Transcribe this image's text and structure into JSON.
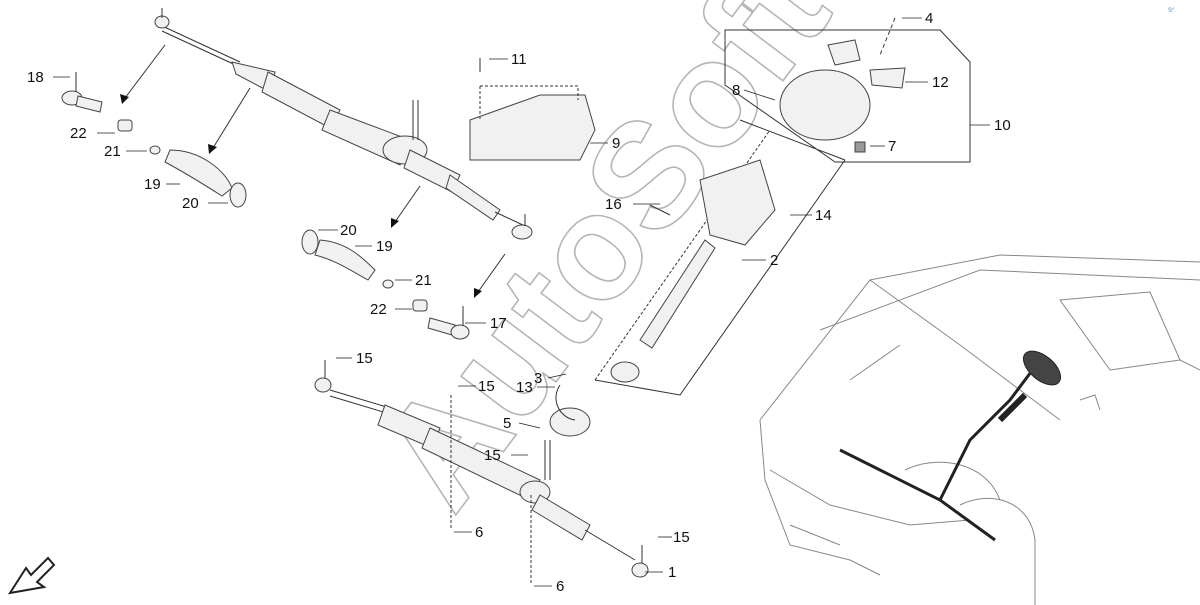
{
  "diagram": {
    "watermark": "AutoSoft",
    "part_numbers": {
      "p1": "1",
      "p2": "2",
      "p3": "3",
      "p4": "4",
      "p5": "5",
      "p6a": "6",
      "p6b": "6",
      "p7": "7",
      "p8": "8",
      "p9": "9",
      "p10": "10",
      "p11": "11",
      "p12": "12",
      "p13": "13",
      "p14": "14",
      "p15a": "15",
      "p15b": "15",
      "p15c": "15",
      "p15d": "15",
      "p16": "16",
      "p17": "17",
      "p18": "18",
      "p19a": "19",
      "p19b": "19",
      "p20a": "20",
      "p20b": "20",
      "p21a": "21",
      "p21b": "21",
      "p22a": "22",
      "p22b": "22"
    },
    "colors": {
      "line": "#333333",
      "part_fill": "#f1f1f1",
      "highlight": "#222222"
    },
    "icons": {
      "orientation": "front-direction-arrow-icon"
    }
  }
}
